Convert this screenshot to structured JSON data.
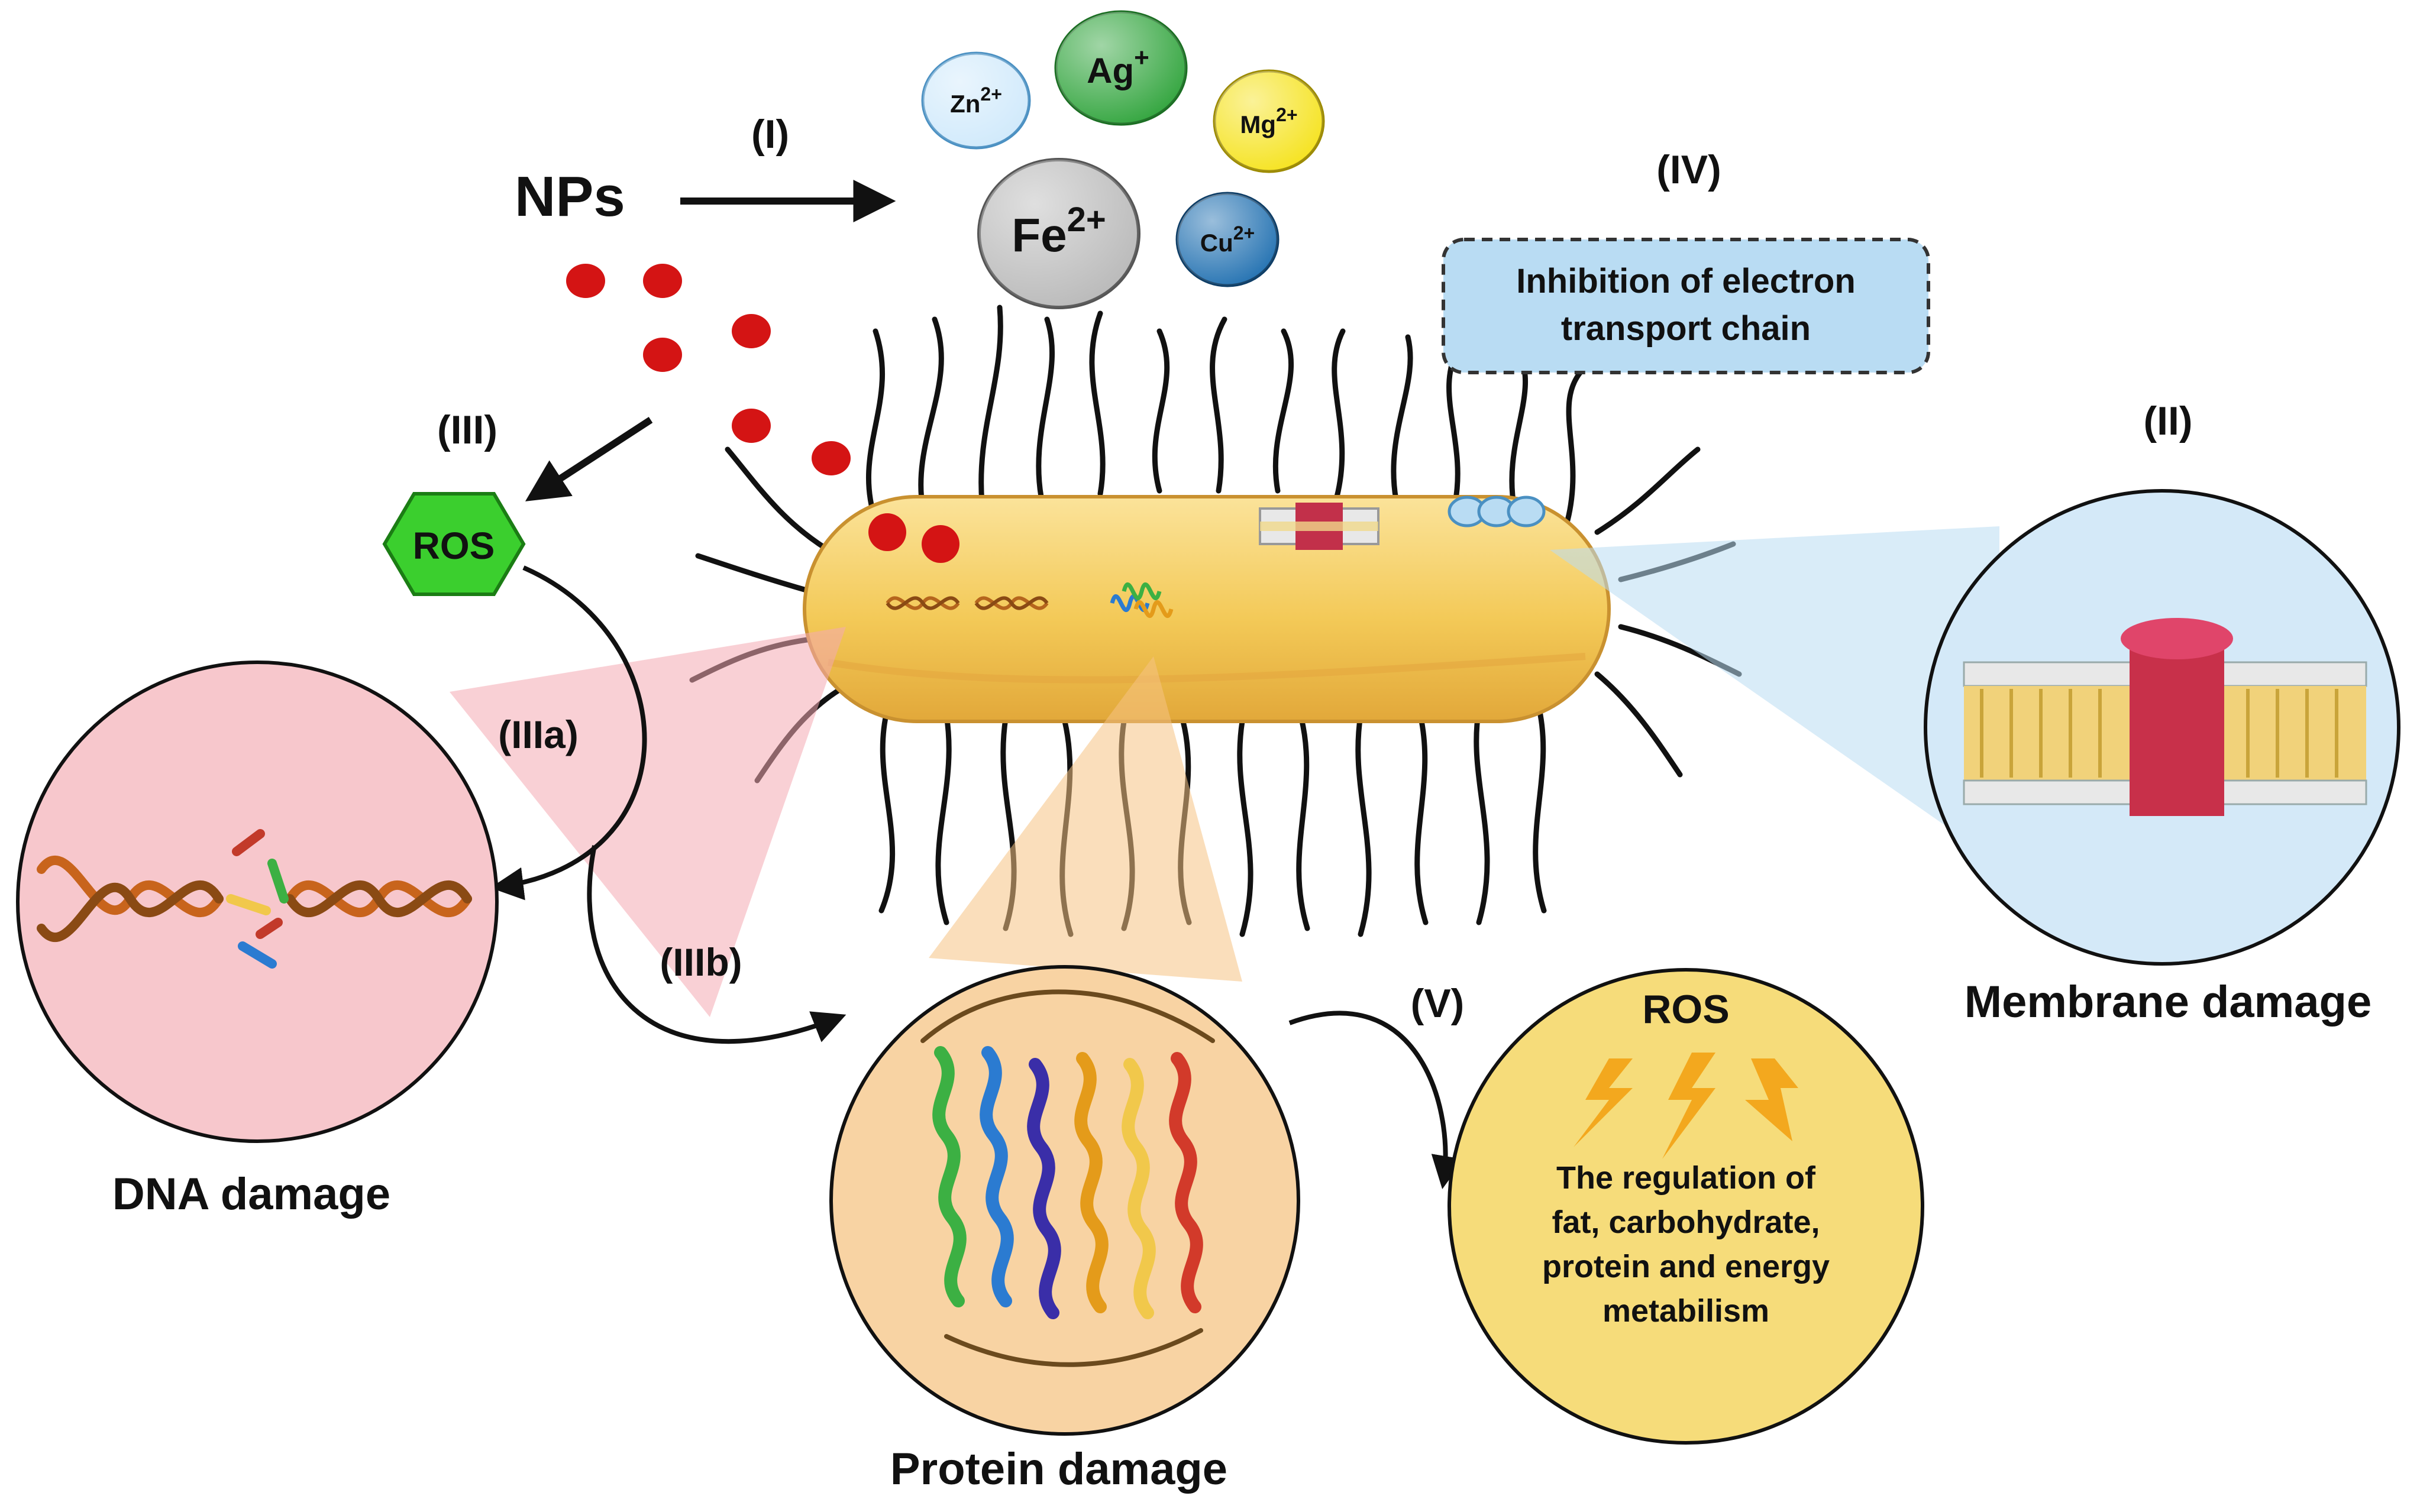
{
  "nps_label": "NPs",
  "steps": {
    "i": "(I)",
    "ii": "(II)",
    "iii": "(III)",
    "iiia": "(IIIa)",
    "iiib": "(IIIb)",
    "iv": "(IV)",
    "v": "(V)"
  },
  "ions": [
    {
      "base": "Zn",
      "charge": "2+",
      "color": "#cfe9fb",
      "text_color": "#123a66"
    },
    {
      "base": "Ag",
      "charge": "+",
      "color": "#2ea33a",
      "text_color": "#0d2a10"
    },
    {
      "base": "Mg",
      "charge": "2+",
      "color": "#f5e21a",
      "text_color": "#3a2e00"
    },
    {
      "base": "Fe",
      "charge": "2+",
      "color": "#b8b8b8",
      "text_color": "#151515"
    },
    {
      "base": "Cu",
      "charge": "2+",
      "color": "#1f6fb0",
      "text_color": "#e9f3fb"
    }
  ],
  "ros_hex_label": "ROS",
  "etc_box": {
    "line1": "Inhibition of electron",
    "line2": "transport chain",
    "color": "#b9dcf3"
  },
  "metabolism": {
    "title": "ROS",
    "lines": [
      "The regulation of",
      "fat, carbohydrate,",
      "protein and energy",
      "metabilism"
    ],
    "color": "#f6dc7a"
  },
  "damage_labels": {
    "dna": "DNA damage",
    "protein": "Protein damage",
    "membrane": "Membrane damage"
  },
  "colors": {
    "nanoparticle": "#d41414",
    "ros_hex": "#3bcf2e",
    "cell_body": "#f4cf63",
    "dna_circle": "#f7c7cc",
    "protein_circle": "#f8d3a3",
    "membrane_circle": "#d4e9f8",
    "flagella": "#111111"
  }
}
